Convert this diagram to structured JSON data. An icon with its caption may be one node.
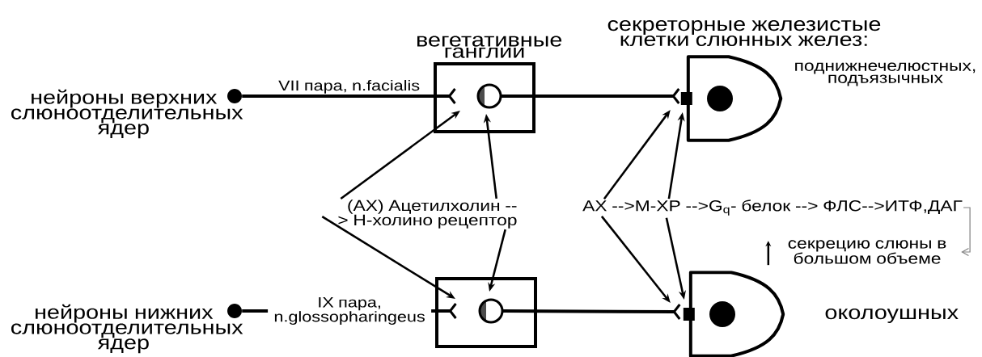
{
  "diagram": {
    "nodes": [
      {
        "text": [],
        "shape": "circle",
        "beside": [
          "нейроны верхних слюноотделительных ядер"
        ]
      },
      {
        "text": [
          "вегетативные ганглии"
        ]
      },
      {
        "text": [
          "секреторные железистые клетки слюнных желез:"
        ],
        "beside": [
          "поднижнечелюстных, подъязычных"
        ]
      },
      {
        "text": [],
        "shape": "circle",
        "beside": [
          "нейроны нижних слюноотделительных ядер"
        ]
      },
      {
        "text": [],
        "shape": "box"
      },
      {
        "text": [],
        "shape": "dome",
        "beside": [
          "околоушных"
        ]
      },
      {
        "text": [
          "(АХ) Ацетилхолин --> Н-холино рецептор"
        ]
      },
      {
        "text": [
          "АХ -->М-ХР -->G$_{q}$- белок --> ФЛС-->ИТФ,ДАГ"
        ]
      },
      {
        "text": [
          "секрецию слюны в большом объеме"
        ]
      }
    ],
    "edges": [
      {
        "from": 0,
        "to": 1,
        "arrow": "other",
        "label": "VII пара, n.facialis"
      },
      {
        "from": 1,
        "to": 2,
        "arrow": "other"
      },
      {
        "from": 3,
        "to": 4,
        "arrow": "other",
        "label": "IX пара, n.glossopharingeus"
      },
      {
        "from": 4,
        "to": 5,
        "arrow": "other"
      },
      {
        "from": 6,
        "to": 1,
        "arrow": "to"
      },
      {
        "from": 6,
        "to": 1,
        "arrow": "to"
      },
      {
        "from": 6,
        "to": 4,
        "arrow": "to"
      },
      {
        "from": 6,
        "to": 4,
        "arrow": "to"
      },
      {
        "from": 7,
        "to": 2,
        "arrow": "to"
      },
      {
        "from": 7,
        "to": 2,
        "arrow": "to"
      },
      {
        "from": 7,
        "to": 5,
        "arrow": "to"
      },
      {
        "from": 7,
        "to": 5,
        "arrow": "to"
      },
      {
        "from": 7,
        "to": 8,
        "arrow": "to",
        "color": "#808080"
      }
    ]
  }
}
